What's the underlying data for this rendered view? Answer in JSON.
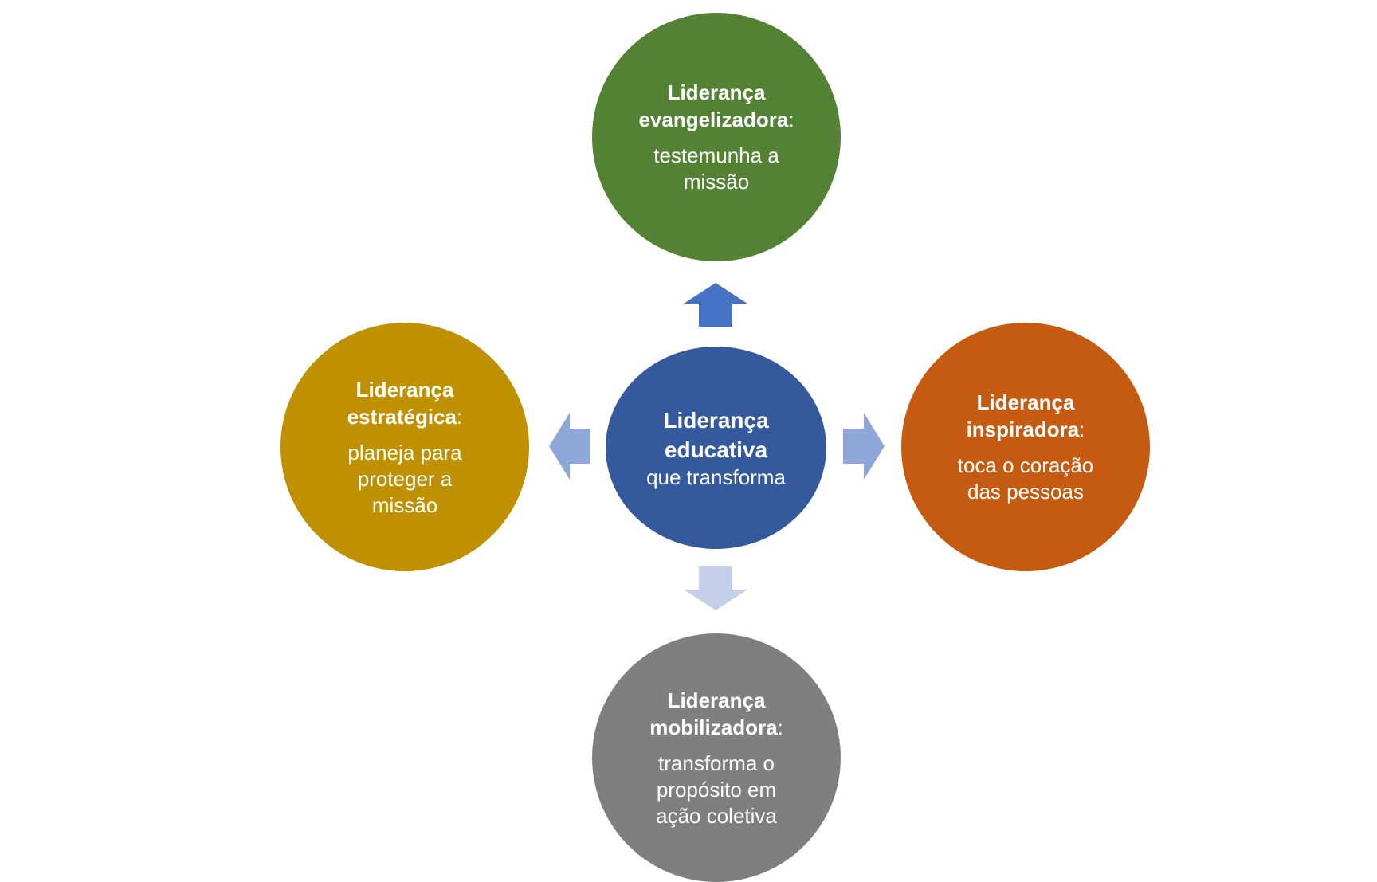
{
  "colors": {
    "center": "#345A9D",
    "top": "#548235",
    "right": "#C55A11",
    "bottom": "#7F7F7F",
    "left": "#BF9000",
    "arrow_up": "#4472C4",
    "arrow_side": "#8EA6D8",
    "arrow_down": "#C4D0EA"
  },
  "center": {
    "title": "Liderança\neducativa",
    "desc": "que transforma"
  },
  "top": {
    "title": "Liderança\nevangelizadora",
    "colon": ":",
    "desc": "testemunha a\nmissão"
  },
  "right": {
    "title": "Liderança\ninspiradora",
    "colon": ":",
    "desc": "toca o coração\ndas pessoas"
  },
  "bottom": {
    "title": "Liderança\nmobilizadora",
    "colon": ":",
    "desc": "transforma o\npropósito em\nação coletiva"
  },
  "left": {
    "title": "Liderança\nestratégica",
    "colon": ":",
    "desc": "planeja para\nproteger a\nmissão"
  },
  "icons": {
    "arrow_up": "arrow-up-icon",
    "arrow_down": "arrow-down-icon",
    "arrow_left": "arrow-left-icon",
    "arrow_right": "arrow-right-icon"
  }
}
